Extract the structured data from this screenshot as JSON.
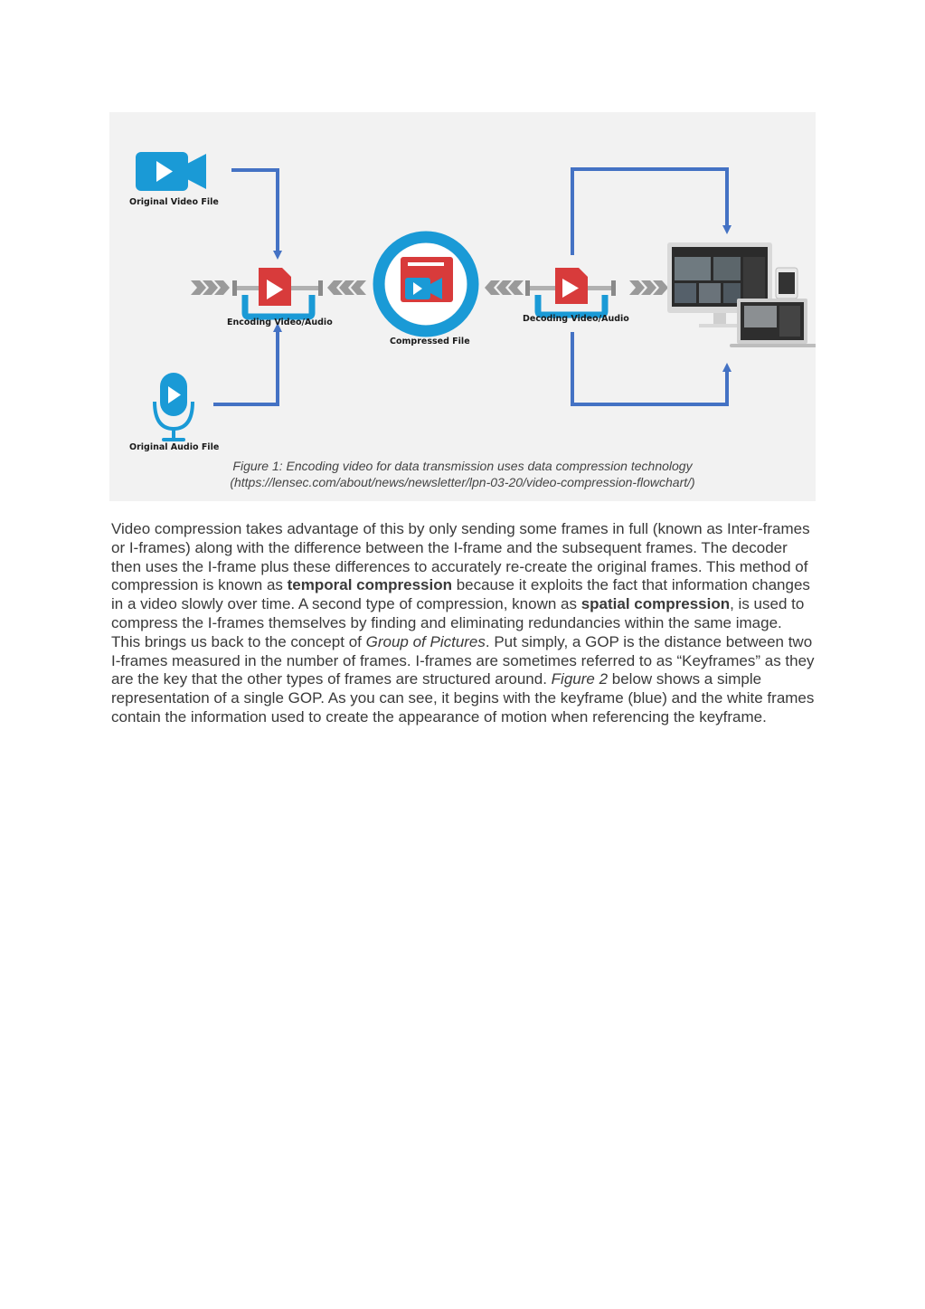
{
  "figure": {
    "labels": {
      "original_video": "Original Video File",
      "original_audio": "Original Audio File",
      "encoding": "Encoding Video/Audio",
      "compressed": "Compressed File",
      "decoding": "Decoding Video/Audio"
    },
    "caption_line1": "Figure 1: Encoding video for data transmission uses data compression technology",
    "caption_line2": "(https://lensec.com/about/news/newsletter/lpn-03-20/video-compression-flowchart/)",
    "colors": {
      "arrow": "#4472c4",
      "icon_blue": "#1a9ad6",
      "icon_red": "#d83b3b",
      "chevron": "#9a9a9a"
    }
  },
  "paragraph1": {
    "t1": "Video compression takes advantage of this by only sending some frames in full (known as Inter-frames or I-frames) along with the difference between the I-frame and the subsequent frames. The decoder then uses the I-frame plus these differences to accurately re-create the original frames. This method of compression is known as ",
    "b1": "temporal compression",
    "t2": " because it exploits the fact that information changes in a video slowly over time. A second type of compression, known as ",
    "b2": "spatial compression",
    "t3": ", is used to compress the I-frames themselves by finding and eliminating redundancies within the same image."
  },
  "paragraph2": {
    "t1": "This brings us back to the concept of ",
    "i1": "Group of Pictures",
    "t2": ". Put simply, a GOP is the distance between two I-frames measured in the number of frames. I-frames are sometimes referred to as “Keyframes” as they are the key that the other types of frames are structured around. ",
    "i2": "Figure 2",
    "t3": " below shows a simple representation of a single GOP. As you can see, it begins with the keyframe (blue) and the white frames contain the information used to create the appearance of motion when referencing the keyframe."
  }
}
